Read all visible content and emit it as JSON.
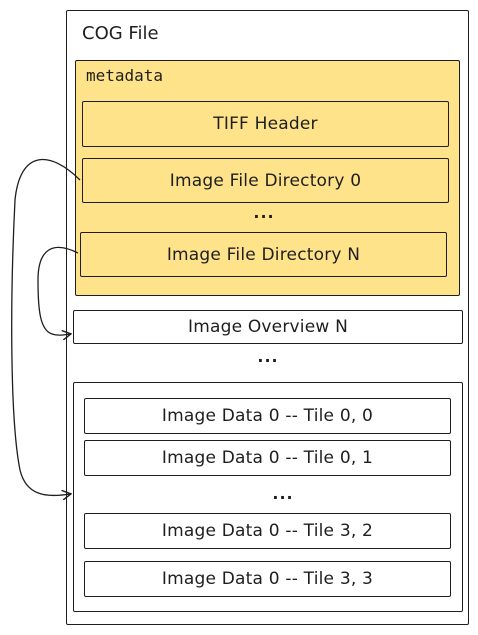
{
  "cog_file": {
    "title": "COG File"
  },
  "metadata": {
    "title": "metadata",
    "tiff_header": "TIFF Header",
    "ifd_0": "Image File Directory 0",
    "ellipsis": "...",
    "ifd_n": "Image File Directory N"
  },
  "overview": {
    "label": "Image Overview N",
    "ellipsis": "..."
  },
  "image_data": {
    "tiles": [
      "Image Data 0 -- Tile 0, 0",
      "Image Data 0 -- Tile 0, 1",
      "Image Data 0 -- Tile 3, 2",
      "Image Data 0 -- Tile 3, 3"
    ],
    "ellipsis": "..."
  },
  "colors": {
    "stroke": "#1e1e1e",
    "metadata_fill": "#ffe38a",
    "background": "#ffffff"
  }
}
